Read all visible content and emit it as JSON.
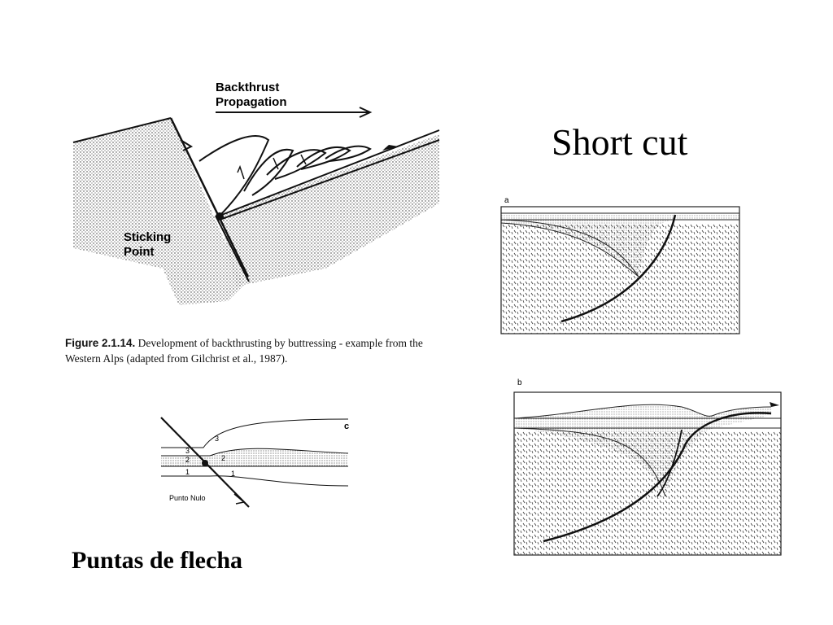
{
  "slide": {
    "title": "Short cut",
    "subtitle": "Puntas de flecha"
  },
  "figure_backthrust": {
    "arrow_label_line1": "Backthrust",
    "arrow_label_line2": "Propagation",
    "point_label_line1": "Sticking",
    "point_label_line2": "Point",
    "caption_number": "Figure 2.1.14.",
    "caption_text": "Development of backthrusting by buttressing - example from the Western Alps (adapted from Gilchrist et al., 1987)."
  },
  "figure_puntas": {
    "panel_letter": "c",
    "layer_labels": [
      "3",
      "2",
      "1",
      "3",
      "2",
      "1"
    ],
    "point_label": "Punto Nulo"
  },
  "figure_shortcut_a": {
    "panel_letter": "a"
  },
  "figure_shortcut_b": {
    "panel_letter": "b"
  }
}
